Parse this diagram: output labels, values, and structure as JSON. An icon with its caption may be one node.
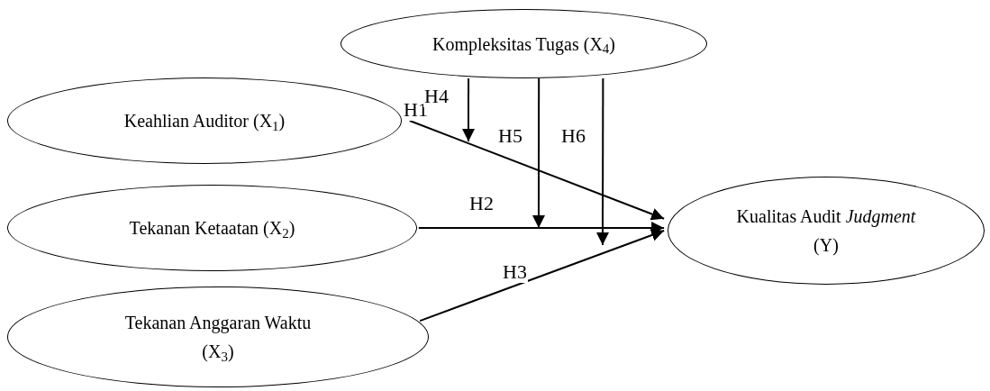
{
  "diagram": {
    "nodes": [
      {
        "text": [
          "Kompleksitas Tugas (X$_{4}$)"
        ]
      },
      {
        "text": [
          "Keahlian Auditor (X$_{1}$)"
        ]
      },
      {
        "text": [
          "Tekanan Ketaatan (X$_{2}$)"
        ]
      },
      {
        "text": [
          "Tekanan Anggaran Waktu (X$_{3}$)"
        ]
      },
      {
        "text": [
          "Kualitas Audit *Judgment* (Y)"
        ]
      }
    ],
    "edges": [
      {
        "from": 1,
        "to": 4,
        "arrow": "to",
        "label": "H1"
      },
      {
        "from": 2,
        "to": 4,
        "arrow": "to",
        "label": "H2"
      },
      {
        "from": 3,
        "to": 4,
        "arrow": "to",
        "label": "H3"
      },
      {
        "from": 0,
        "to": null,
        "arrow": "to",
        "label": "H4"
      },
      {
        "from": 0,
        "to": null,
        "arrow": "to",
        "label": "H5"
      },
      {
        "from": 0,
        "to": null,
        "arrow": "to",
        "label": "H6"
      }
    ]
  }
}
